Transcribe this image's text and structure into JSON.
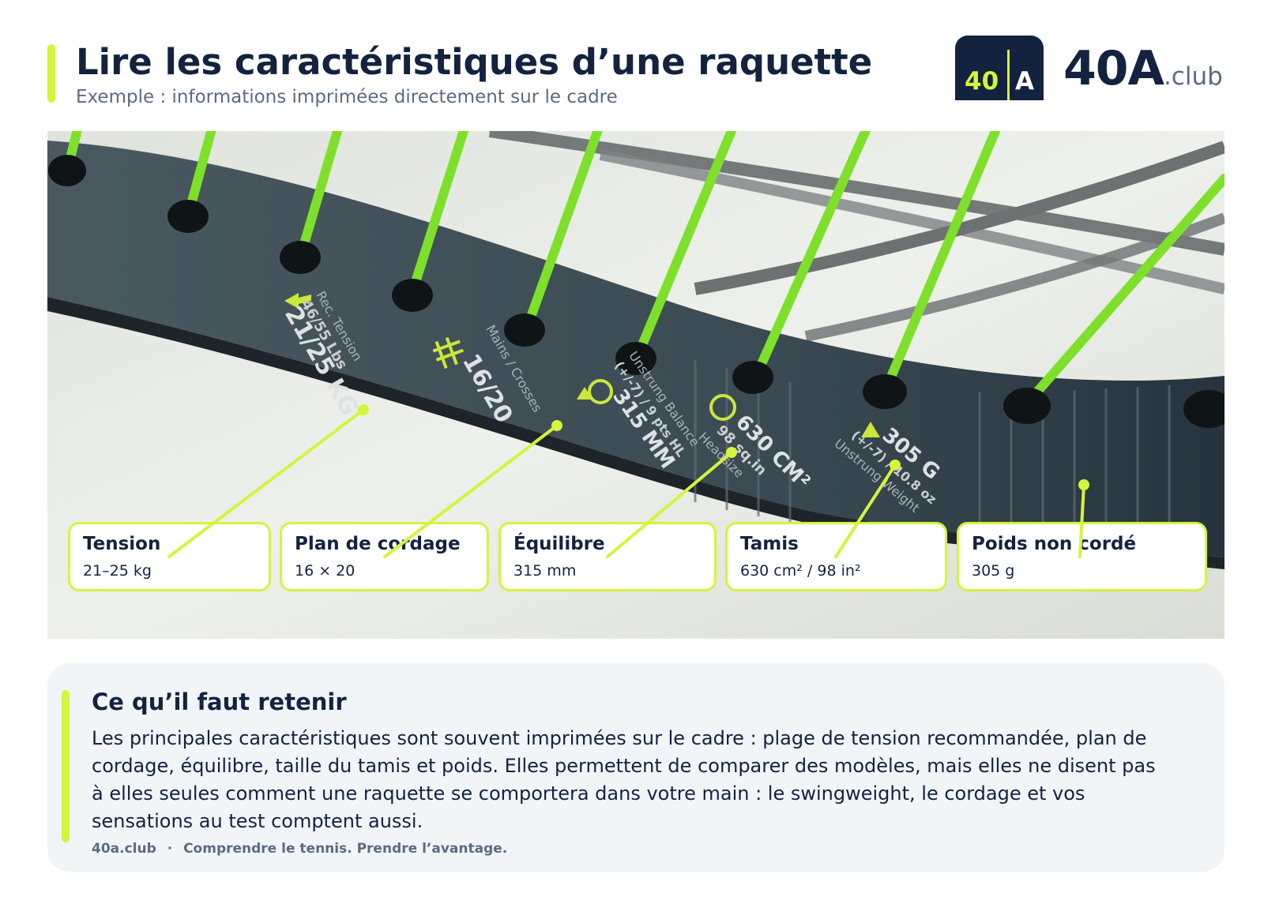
{
  "header": {
    "title": "Lire les caractéristiques d’une raquette",
    "subtitle": "Exemple : informations imprimées directement sur le cadre"
  },
  "logo": {
    "badge_left": "40",
    "badge_right": "A",
    "wordmark_main": "40A",
    "wordmark_tld": ".club"
  },
  "photo": {
    "frame_printed_text": {
      "tension": [
        "21/25 KG",
        "46/55 Lbs",
        "Rec. Tension"
      ],
      "pattern": [
        "16/20",
        "Mains / Crosses"
      ],
      "balance": [
        "315 MM",
        "(+/-7) / 9 pts HL",
        "Unstrung Balance"
      ],
      "headsize": [
        "630 CM²",
        "98 sq.in",
        "Headsize"
      ],
      "weight": [
        "305 G",
        "(+/-7) / 10.8 oz",
        "Unstrung Weight"
      ]
    }
  },
  "specs": [
    {
      "label": "Tension",
      "value": "21–25 kg"
    },
    {
      "label": "Plan de cordage",
      "value": "16 × 20"
    },
    {
      "label": "Équilibre",
      "value": "315 mm"
    },
    {
      "label": "Tamis",
      "value": "630 cm² / 98 in²"
    },
    {
      "label": "Poids non cordé",
      "value": "305 g"
    }
  ],
  "summary": {
    "title": "Ce qu’il faut retenir",
    "text": "Les principales caractéristiques sont souvent imprimées sur le cadre : plage de tension recommandée, plan de cordage, équilibre, taille du tamis et poids. Elles permettent de comparer des modèles, mais elles ne disent pas à elles seules comment une raquette se comportera dans votre main : le swingweight, le cordage et vos sensations au test comptent aussi."
  },
  "footer": {
    "site": "40a.club",
    "separator": "·",
    "tagline": "Comprendre le tennis. Prendre l’avantage."
  },
  "colors": {
    "accent": "#d4f53c",
    "navy": "#13233f",
    "muted": "#5b6b80",
    "frame": "#45545d",
    "string": "#7ee02a"
  }
}
